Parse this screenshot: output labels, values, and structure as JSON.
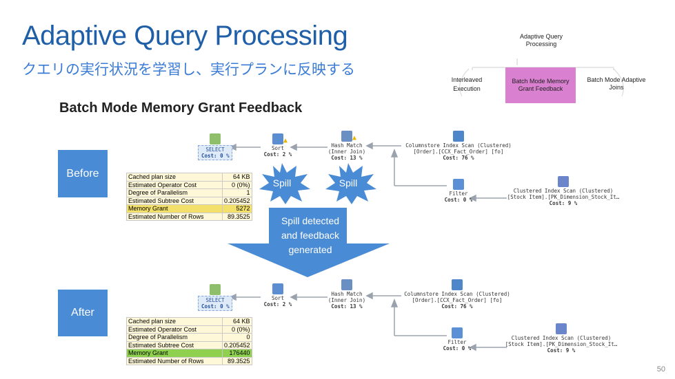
{
  "slide": {
    "title": "Adaptive Query Processing",
    "subtitle": "クエリの実行状況を学習し、実行プランに反映する",
    "section_title": "Batch Mode Memory Grant Feedback",
    "page_number": "50"
  },
  "tree": {
    "root": "Adaptive Query Processing",
    "children": [
      {
        "label": "Interleaved Execution"
      },
      {
        "label": "Batch Mode Memory Grant Feedback",
        "selected": true
      },
      {
        "label": "Batch Mode Adaptive Joins"
      }
    ]
  },
  "before": {
    "label": "Before",
    "props": [
      {
        "k": "Cached plan size",
        "v": "64 KB"
      },
      {
        "k": "Estimated Operator Cost",
        "v": "0 (0%)"
      },
      {
        "k": "Degree of Parallelism",
        "v": "1"
      },
      {
        "k": "Estimated Subtree Cost",
        "v": "0.205452"
      },
      {
        "k": "Memory Grant",
        "v": "5272",
        "hl": "y"
      },
      {
        "k": "Estimated Number of Rows",
        "v": "89.3525"
      }
    ],
    "plan": {
      "select": {
        "l1": "SELECT",
        "l2": "Cost: 0 %"
      },
      "sort": {
        "l1": "Sort",
        "l2": "Cost: 2 %"
      },
      "hash": {
        "l1": "Hash Match",
        "l2": "(Inner Join)",
        "l3": "Cost: 13 %"
      },
      "cs_scan": {
        "l1": "Columnstore Index Scan (Clustered)",
        "l2": "[Order].[CCX_Fact_Order] [fo]",
        "l3": "Cost: 76 %"
      },
      "filter": {
        "l1": "Filter",
        "l2": "Cost: 0 %"
      },
      "ci_scan": {
        "l1": "Clustered Index Scan (Clustered)",
        "l2": "[Stock Item].[PK_Dimension_Stock_It…",
        "l3": "Cost: 9 %"
      }
    },
    "spill1": "Spill",
    "spill2": "Spill"
  },
  "arrow": {
    "l1": "Spill detected",
    "l2": "and feedback",
    "l3": "generated"
  },
  "after": {
    "label": "After",
    "props": [
      {
        "k": "Cached plan size",
        "v": "64 KB"
      },
      {
        "k": "Estimated Operator Cost",
        "v": "0 (0%)"
      },
      {
        "k": "Degree of Parallelism",
        "v": "0"
      },
      {
        "k": "Estimated Subtree Cost",
        "v": "0.205452"
      },
      {
        "k": "Memory Grant",
        "v": "176440",
        "hl": "g"
      },
      {
        "k": "Estimated Number of Rows",
        "v": "89.3525"
      }
    ],
    "plan": {
      "select": {
        "l1": "SELECT",
        "l2": "Cost: 0 %"
      },
      "sort": {
        "l1": "Sort",
        "l2": "Cost: 2 %"
      },
      "hash": {
        "l1": "Hash Match",
        "l2": "(Inner Join)",
        "l3": "Cost: 13 %"
      },
      "cs_scan": {
        "l1": "Columnstore Index Scan (Clustered)",
        "l2": "[Order].[CCX_Fact_Order] [fo]",
        "l3": "Cost: 76 %"
      },
      "filter": {
        "l1": "Filter",
        "l2": "Cost: 0 %"
      },
      "ci_scan": {
        "l1": "Clustered Index Scan (Clustered)",
        "l2": "[Stock Item].[PK_Dimension_Stock_It…",
        "l3": "Cost: 9 %"
      }
    }
  },
  "colors": {
    "title": "#1f5fa8",
    "phase_box": "#4a8bd6",
    "highlight_before": "#f2e06a",
    "highlight_after": "#8fd14f",
    "tree_selected": "#d980d0"
  }
}
